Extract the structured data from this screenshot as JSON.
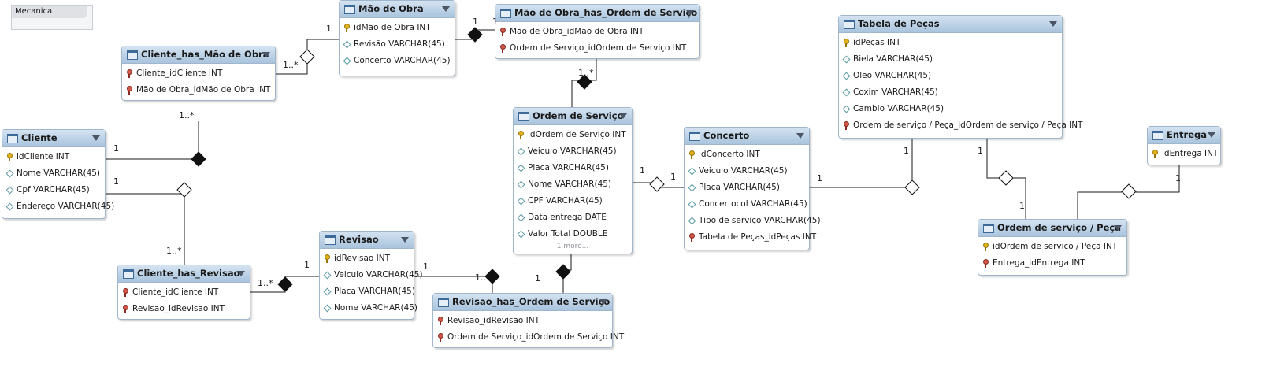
{
  "layer": {
    "name": "Mecanica"
  },
  "entities": [
    {
      "id": "cliente",
      "name": "Cliente",
      "columns": [
        {
          "name": "idCliente INT",
          "kind": "pk"
        },
        {
          "name": "Nome VARCHAR(45)",
          "kind": "col"
        },
        {
          "name": "Cpf VARCHAR(45)",
          "kind": "col"
        },
        {
          "name": "Endereço VARCHAR(45)",
          "kind": "col"
        }
      ]
    },
    {
      "id": "cliente-has-mao-de-obra",
      "name": "Cliente_has_Mão de Obra",
      "columns": [
        {
          "name": "Cliente_idCliente INT",
          "kind": "fk"
        },
        {
          "name": "Mão de Obra_idMão de Obra INT",
          "kind": "fk"
        }
      ]
    },
    {
      "id": "mao-de-obra",
      "name": "Mão de Obra",
      "columns": [
        {
          "name": "idMão de Obra INT",
          "kind": "pk"
        },
        {
          "name": "Revisão VARCHAR(45)",
          "kind": "col"
        },
        {
          "name": "Concerto VARCHAR(45)",
          "kind": "col"
        }
      ]
    },
    {
      "id": "mao-de-obra-has-ordem",
      "name": "Mão de Obra_has_Ordem de Serviço",
      "columns": [
        {
          "name": "Mão de Obra_idMão de Obra INT",
          "kind": "fk"
        },
        {
          "name": "Ordem de Serviço_idOrdem de Serviço INT",
          "kind": "fk"
        }
      ]
    },
    {
      "id": "ordem-de-servico",
      "name": "Ordem de Serviço",
      "more": "1 more...",
      "columns": [
        {
          "name": "idOrdem de Serviço INT",
          "kind": "pk"
        },
        {
          "name": "Veiculo VARCHAR(45)",
          "kind": "col"
        },
        {
          "name": "Placa VARCHAR(45)",
          "kind": "col"
        },
        {
          "name": "Nome VARCHAR(45)",
          "kind": "col"
        },
        {
          "name": "CPF VARCHAR(45)",
          "kind": "col"
        },
        {
          "name": "Data entrega DATE",
          "kind": "col"
        },
        {
          "name": "Valor Total DOUBLE",
          "kind": "col"
        }
      ]
    },
    {
      "id": "concerto",
      "name": "Concerto",
      "columns": [
        {
          "name": "idConcerto INT",
          "kind": "pk"
        },
        {
          "name": "Veiculo VARCHAR(45)",
          "kind": "col"
        },
        {
          "name": "Placa VARCHAR(45)",
          "kind": "col"
        },
        {
          "name": "Concertocol VARCHAR(45)",
          "kind": "col"
        },
        {
          "name": "Tipo de serviço VARCHAR(45)",
          "kind": "col"
        },
        {
          "name": "Tabela de Peças_idPeças INT",
          "kind": "fk"
        }
      ]
    },
    {
      "id": "tabela-de-pecas",
      "name": "Tabela de Peças",
      "columns": [
        {
          "name": "idPeças INT",
          "kind": "pk"
        },
        {
          "name": "Biela VARCHAR(45)",
          "kind": "col"
        },
        {
          "name": "Oleo VARCHAR(45)",
          "kind": "col"
        },
        {
          "name": "Coxim VARCHAR(45)",
          "kind": "col"
        },
        {
          "name": "Cambio VARCHAR(45)",
          "kind": "col"
        },
        {
          "name": "Ordem de serviço / Peça_idOrdem de serviço / Peça INT",
          "kind": "fk"
        }
      ]
    },
    {
      "id": "entrega",
      "name": "Entrega",
      "columns": [
        {
          "name": "idEntrega INT",
          "kind": "pk"
        }
      ]
    },
    {
      "id": "ordem-de-servico-peca",
      "name": "Ordem de serviço / Peça",
      "columns": [
        {
          "name": "idOrdem de serviço / Peça INT",
          "kind": "pk"
        },
        {
          "name": "Entrega_idEntrega INT",
          "kind": "fk"
        }
      ]
    },
    {
      "id": "cliente-has-revisao",
      "name": "Cliente_has_Revisao",
      "columns": [
        {
          "name": "Cliente_idCliente INT",
          "kind": "fk"
        },
        {
          "name": "Revisao_idRevisao INT",
          "kind": "fk"
        }
      ]
    },
    {
      "id": "revisao",
      "name": "Revisao",
      "columns": [
        {
          "name": "idRevisao INT",
          "kind": "pk"
        },
        {
          "name": "Veiculo VARCHAR(45)",
          "kind": "col"
        },
        {
          "name": "Placa VARCHAR(45)",
          "kind": "col"
        },
        {
          "name": "Nome VARCHAR(45)",
          "kind": "col"
        }
      ]
    },
    {
      "id": "revisao-has-ordem",
      "name": "Revisao_has_Ordem de Serviço",
      "columns": [
        {
          "name": "Revisao_idRevisao INT",
          "kind": "fk"
        },
        {
          "name": "Ordem de Serviço_idOrdem de Serviço INT",
          "kind": "fk"
        }
      ]
    }
  ],
  "cardinality_labels": [
    {
      "id": "a",
      "text": "1"
    },
    {
      "id": "b",
      "text": "1..*"
    },
    {
      "id": "c",
      "text": "1..*"
    },
    {
      "id": "d",
      "text": "1"
    },
    {
      "id": "e",
      "text": "1"
    },
    {
      "id": "f",
      "text": "1"
    },
    {
      "id": "g",
      "text": "1..*"
    },
    {
      "id": "h",
      "text": "1"
    },
    {
      "id": "i",
      "text": "1..*"
    },
    {
      "id": "j",
      "text": "1"
    },
    {
      "id": "k",
      "text": "1..*"
    },
    {
      "id": "l",
      "text": "1"
    },
    {
      "id": "m",
      "text": "1..*"
    },
    {
      "id": "n",
      "text": "1"
    },
    {
      "id": "o",
      "text": "1"
    },
    {
      "id": "p",
      "text": "1"
    },
    {
      "id": "q",
      "text": "1"
    },
    {
      "id": "r",
      "text": "1"
    },
    {
      "id": "s",
      "text": "1"
    },
    {
      "id": "t",
      "text": "1"
    },
    {
      "id": "u",
      "text": "1"
    },
    {
      "id": "v",
      "text": "1"
    }
  ]
}
